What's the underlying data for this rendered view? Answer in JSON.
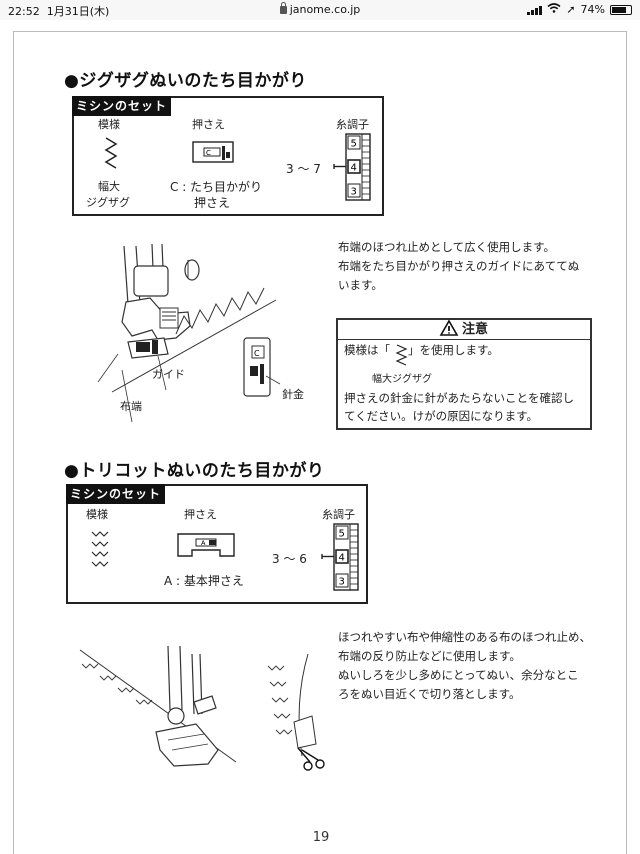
{
  "status": {
    "time": "22:52",
    "date": "1月31日(木)",
    "url": "janome.co.jp",
    "battery": "74%"
  },
  "section1": {
    "title": "●ジグザグぬいのたち目かがり",
    "set_title": "ミシンのセット",
    "pattern_label": "模様",
    "pattern_name_1": "幅大",
    "pattern_name_2": "ジグザグ",
    "foot_label": "押さえ",
    "foot_name_1": "C : たち目かがり",
    "foot_name_2": "押さえ",
    "tension_label": "糸調子",
    "tension_range": "3 ～ 7",
    "dial": [
      "5",
      "4",
      "3"
    ],
    "desc": [
      "布端のほつれ止めとして広く使用します。",
      "布端をたち目かがり押さえのガイドにあててぬ",
      "います。"
    ],
    "callout_guide": "ガイド",
    "callout_fabric_edge": "布端",
    "callout_wire": "針金",
    "foot_letter": "C",
    "caution": {
      "title": "注意",
      "line1_pre": "模様は「",
      "line1_post": "」を使用します。",
      "pattern_caption": "幅大ジグザグ",
      "line2": "押さえの針金に針があたらないことを確認し",
      "line3": "てください。けがの原因になります。"
    }
  },
  "section2": {
    "title": "●トリコットぬいのたち目かがり",
    "set_title": "ミシンのセット",
    "pattern_label": "模様",
    "foot_label": "押さえ",
    "foot_name": "A : 基本押さえ",
    "foot_letter": "A",
    "tension_label": "糸調子",
    "tension_range": "3 ～ 6",
    "dial": [
      "5",
      "4",
      "3"
    ],
    "desc": [
      "ほつれやすい布や伸縮性のある布のほつれ止め、",
      "布端の反り防止などに使用します。",
      "ぬいしろを少し多めにとってぬい、余分なとこ",
      "ろをぬい目近くで切り落とします。"
    ]
  },
  "page_number": "19"
}
